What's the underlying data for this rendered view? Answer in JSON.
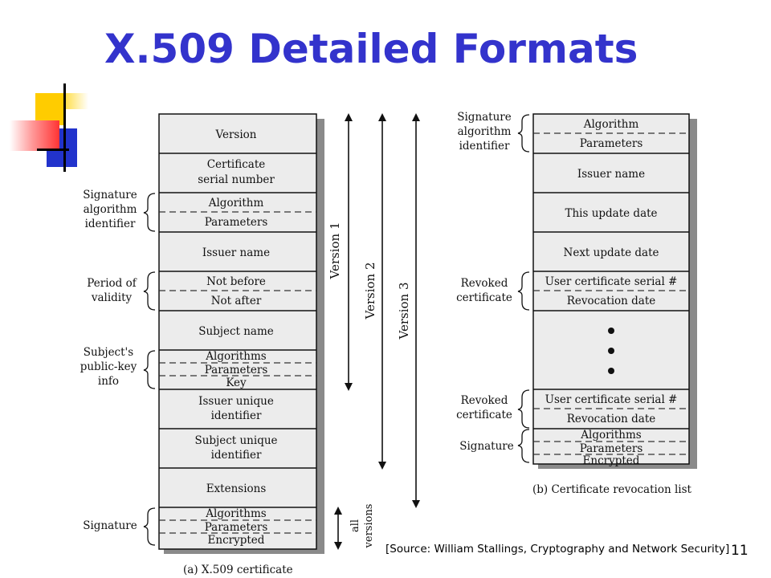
{
  "slide": {
    "title": "X.509 Detailed Formats",
    "source": "[Source: William Stallings, Cryptography and Network Security]",
    "page_number": "11"
  },
  "certificate": {
    "caption": "(a) X.509 certificate",
    "fields": {
      "version": "Version",
      "serial_1": "Certificate",
      "serial_2": "serial number",
      "algorithm": "Algorithm",
      "parameters": "Parameters",
      "issuer_name": "Issuer name",
      "not_before": "Not before",
      "not_after": "Not after",
      "subject_name": "Subject name",
      "pk_algorithms": "Algorithms",
      "pk_parameters": "Parameters",
      "pk_key": "Key",
      "issuer_uid_1": "Issuer unique",
      "issuer_uid_2": "identifier",
      "subject_uid_1": "Subject unique",
      "subject_uid_2": "identifier",
      "extensions": "Extensions",
      "sig_algorithms": "Algorithms",
      "sig_parameters": "Parameters",
      "sig_encrypted": "Encrypted"
    },
    "side_labels": {
      "sig_alg_1": "Signature",
      "sig_alg_2": "algorithm",
      "sig_alg_3": "identifier",
      "period_1": "Period of",
      "period_2": "validity",
      "pk_1": "Subject's",
      "pk_2": "public-key",
      "pk_3": "info",
      "signature": "Signature"
    },
    "version_arrows": {
      "v1": "Version 1",
      "v2": "Version 2",
      "v3": "Version 3",
      "all_1": "all",
      "all_2": "versions"
    }
  },
  "crl": {
    "caption": "(b) Certificate revocation list",
    "fields": {
      "algorithm": "Algorithm",
      "parameters": "Parameters",
      "issuer_name": "Issuer name",
      "this_update": "This update date",
      "next_update": "Next update date",
      "user_serial_1": "User certificate serial #",
      "revocation_date_1": "Revocation date",
      "user_serial_2": "User certificate serial #",
      "revocation_date_2": "Revocation date",
      "sig_algorithms": "Algorithms",
      "sig_parameters": "Parameters",
      "sig_encrypted": "Encrypted"
    },
    "side_labels": {
      "sig_alg_1": "Signature",
      "sig_alg_2": "algorithm",
      "sig_alg_3": "identifier",
      "revoked_a_1": "Revoked",
      "revoked_a_2": "certificate",
      "revoked_b_1": "Revoked",
      "revoked_b_2": "certificate",
      "signature": "Signature"
    }
  },
  "colors": {
    "title": "#3333cc",
    "box_fill": "#ececec",
    "shadow": "#8a8a8a",
    "logo_yellow": "#ffcc00",
    "logo_blue": "#2233cc",
    "logo_red": "#ff4444"
  }
}
